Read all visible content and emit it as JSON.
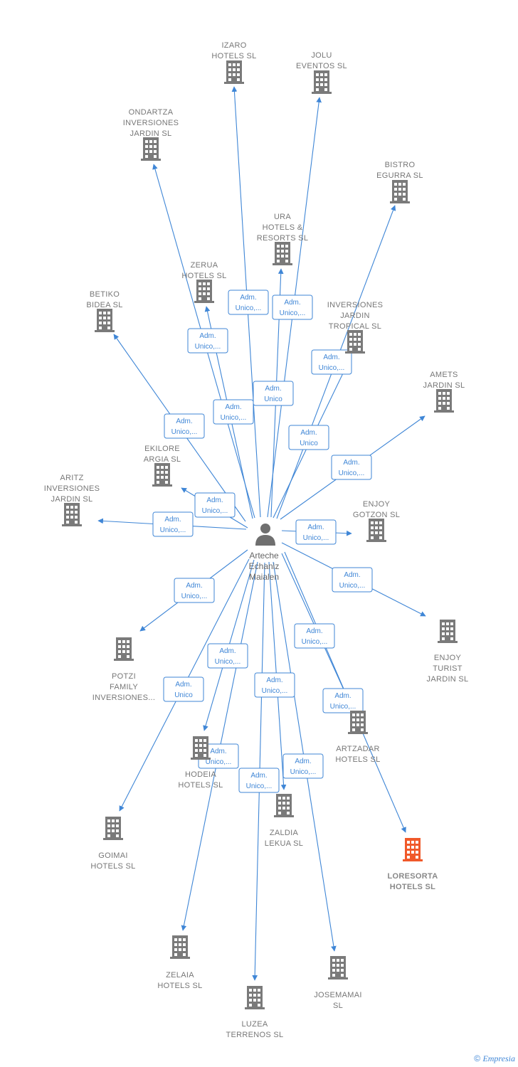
{
  "center": {
    "name_lines": [
      "Arteche",
      "Echaniz",
      "Maialen"
    ],
    "icon": "person-icon"
  },
  "colors": {
    "edge": "#3f86d6",
    "company": "#7a7a7a",
    "highlight": "#f0592a"
  },
  "companies": [
    {
      "id": "izaro",
      "lines": [
        "IZARO",
        "HOTELS  SL"
      ],
      "icon": "building-icon",
      "highlight": false
    },
    {
      "id": "jolu",
      "lines": [
        "JOLU",
        "EVENTOS  SL"
      ],
      "icon": "building-icon",
      "highlight": false
    },
    {
      "id": "ondartza",
      "lines": [
        "ONDARTZA",
        "INVERSIONES",
        "JARDIN  SL"
      ],
      "icon": "building-icon",
      "highlight": false
    },
    {
      "id": "bistro",
      "lines": [
        "BISTRO",
        "EGURRA  SL"
      ],
      "icon": "building-icon",
      "highlight": false
    },
    {
      "id": "ura",
      "lines": [
        "URA",
        "HOTELS &",
        "RESORTS  SL"
      ],
      "icon": "building-icon",
      "highlight": false
    },
    {
      "id": "zerua",
      "lines": [
        "ZERUA",
        "HOTELS  SL"
      ],
      "icon": "building-icon",
      "highlight": false
    },
    {
      "id": "betiko",
      "lines": [
        "BETIKO",
        "BIDEA  SL"
      ],
      "icon": "building-icon",
      "highlight": false
    },
    {
      "id": "inversiones_jardin",
      "lines": [
        "INVERSIONES",
        "JARDIN",
        "TROPICAL SL"
      ],
      "icon": "building-icon",
      "highlight": false
    },
    {
      "id": "amets",
      "lines": [
        "AMETS",
        "JARDIN  SL"
      ],
      "icon": "building-icon",
      "highlight": false
    },
    {
      "id": "ekilore",
      "lines": [
        "EKILORE",
        "ARGIA  SL"
      ],
      "icon": "building-icon",
      "highlight": false
    },
    {
      "id": "aritz",
      "lines": [
        "ARITZ",
        "INVERSIONES",
        "JARDIN  SL"
      ],
      "icon": "building-icon",
      "highlight": false
    },
    {
      "id": "enjoy_gotzon",
      "lines": [
        "ENJOY",
        "GOTZON  SL"
      ],
      "icon": "building-icon",
      "highlight": false
    },
    {
      "id": "enjoy_turist",
      "lines": [
        "ENJOY",
        "TURIST",
        "JARDIN  SL"
      ],
      "icon": "building-icon",
      "highlight": false
    },
    {
      "id": "potzi",
      "lines": [
        "POTZI",
        "FAMILY",
        "INVERSIONES..."
      ],
      "icon": "building-icon",
      "highlight": false
    },
    {
      "id": "artzadar",
      "lines": [
        "ARTZADAR",
        "HOTELS  SL"
      ],
      "icon": "building-icon",
      "highlight": false
    },
    {
      "id": "hodeia",
      "lines": [
        "HODEIA",
        "HOTELS  SL"
      ],
      "icon": "building-icon",
      "highlight": false
    },
    {
      "id": "zaldia",
      "lines": [
        "ZALDIA",
        "LEKUA  SL"
      ],
      "icon": "building-icon",
      "highlight": false
    },
    {
      "id": "loresorta",
      "lines": [
        "LORESORTA",
        "HOTELS  SL"
      ],
      "icon": "building-icon",
      "highlight": true
    },
    {
      "id": "goimai",
      "lines": [
        "GOIMAI",
        "HOTELS  SL"
      ],
      "icon": "building-icon",
      "highlight": false
    },
    {
      "id": "zelaia",
      "lines": [
        "ZELAIA",
        "HOTELS  SL"
      ],
      "icon": "building-icon",
      "highlight": false
    },
    {
      "id": "josemamai",
      "lines": [
        "JOSEMAMAI",
        "SL"
      ],
      "icon": "building-icon",
      "highlight": false
    },
    {
      "id": "luzea",
      "lines": [
        "LUZEA",
        "TERRENOS  SL"
      ],
      "icon": "building-icon",
      "highlight": false
    }
  ],
  "roles": [
    {
      "id": "r_izaro",
      "lines": [
        "Adm.",
        "Unico,..."
      ]
    },
    {
      "id": "r_jolu",
      "lines": [
        "Adm.",
        "Unico,..."
      ]
    },
    {
      "id": "r_ondartza",
      "lines": [
        "Adm.",
        "Unico,..."
      ]
    },
    {
      "id": "r_ura",
      "lines": [
        "Adm.",
        "Unico"
      ]
    },
    {
      "id": "r_zerua",
      "lines": [
        "Adm.",
        "Unico,..."
      ]
    },
    {
      "id": "r_bistro",
      "lines": [
        "Adm.",
        "Unico,..."
      ]
    },
    {
      "id": "r_inversiones",
      "lines": [
        "Adm.",
        "Unico"
      ]
    },
    {
      "id": "r_betiko",
      "lines": [
        "Adm.",
        "Unico,..."
      ]
    },
    {
      "id": "r_amets",
      "lines": [
        "Adm.",
        "Unico,..."
      ]
    },
    {
      "id": "r_ekilore",
      "lines": [
        "Adm.",
        "Unico,..."
      ]
    },
    {
      "id": "r_aritz",
      "lines": [
        "Adm.",
        "Unico,..."
      ]
    },
    {
      "id": "r_gotzon",
      "lines": [
        "Adm.",
        "Unico,..."
      ]
    },
    {
      "id": "r_turist",
      "lines": [
        "Adm.",
        "Unico,..."
      ]
    },
    {
      "id": "r_potzi",
      "lines": [
        "Adm.",
        "Unico,..."
      ]
    },
    {
      "id": "r_artzadar",
      "lines": [
        "Adm.",
        "Unico,..."
      ]
    },
    {
      "id": "r_hodeia",
      "lines": [
        "Adm.",
        "Unico,..."
      ]
    },
    {
      "id": "r_goimai",
      "lines": [
        "Adm.",
        "Unico"
      ]
    },
    {
      "id": "r_zaldia",
      "lines": [
        "Adm.",
        "Unico,..."
      ]
    },
    {
      "id": "r_loresorta",
      "lines": [
        "Adm.",
        "Unico,..."
      ]
    },
    {
      "id": "r_zelaia",
      "lines": [
        "Adm.",
        "Unico,..."
      ]
    },
    {
      "id": "r_josemamai",
      "lines": [
        "Adm.",
        "Unico,..."
      ]
    },
    {
      "id": "r_luzea",
      "lines": [
        "Adm.",
        "Unico,..."
      ]
    }
  ],
  "footer": {
    "copyright": "©",
    "brand": "Empresia"
  }
}
